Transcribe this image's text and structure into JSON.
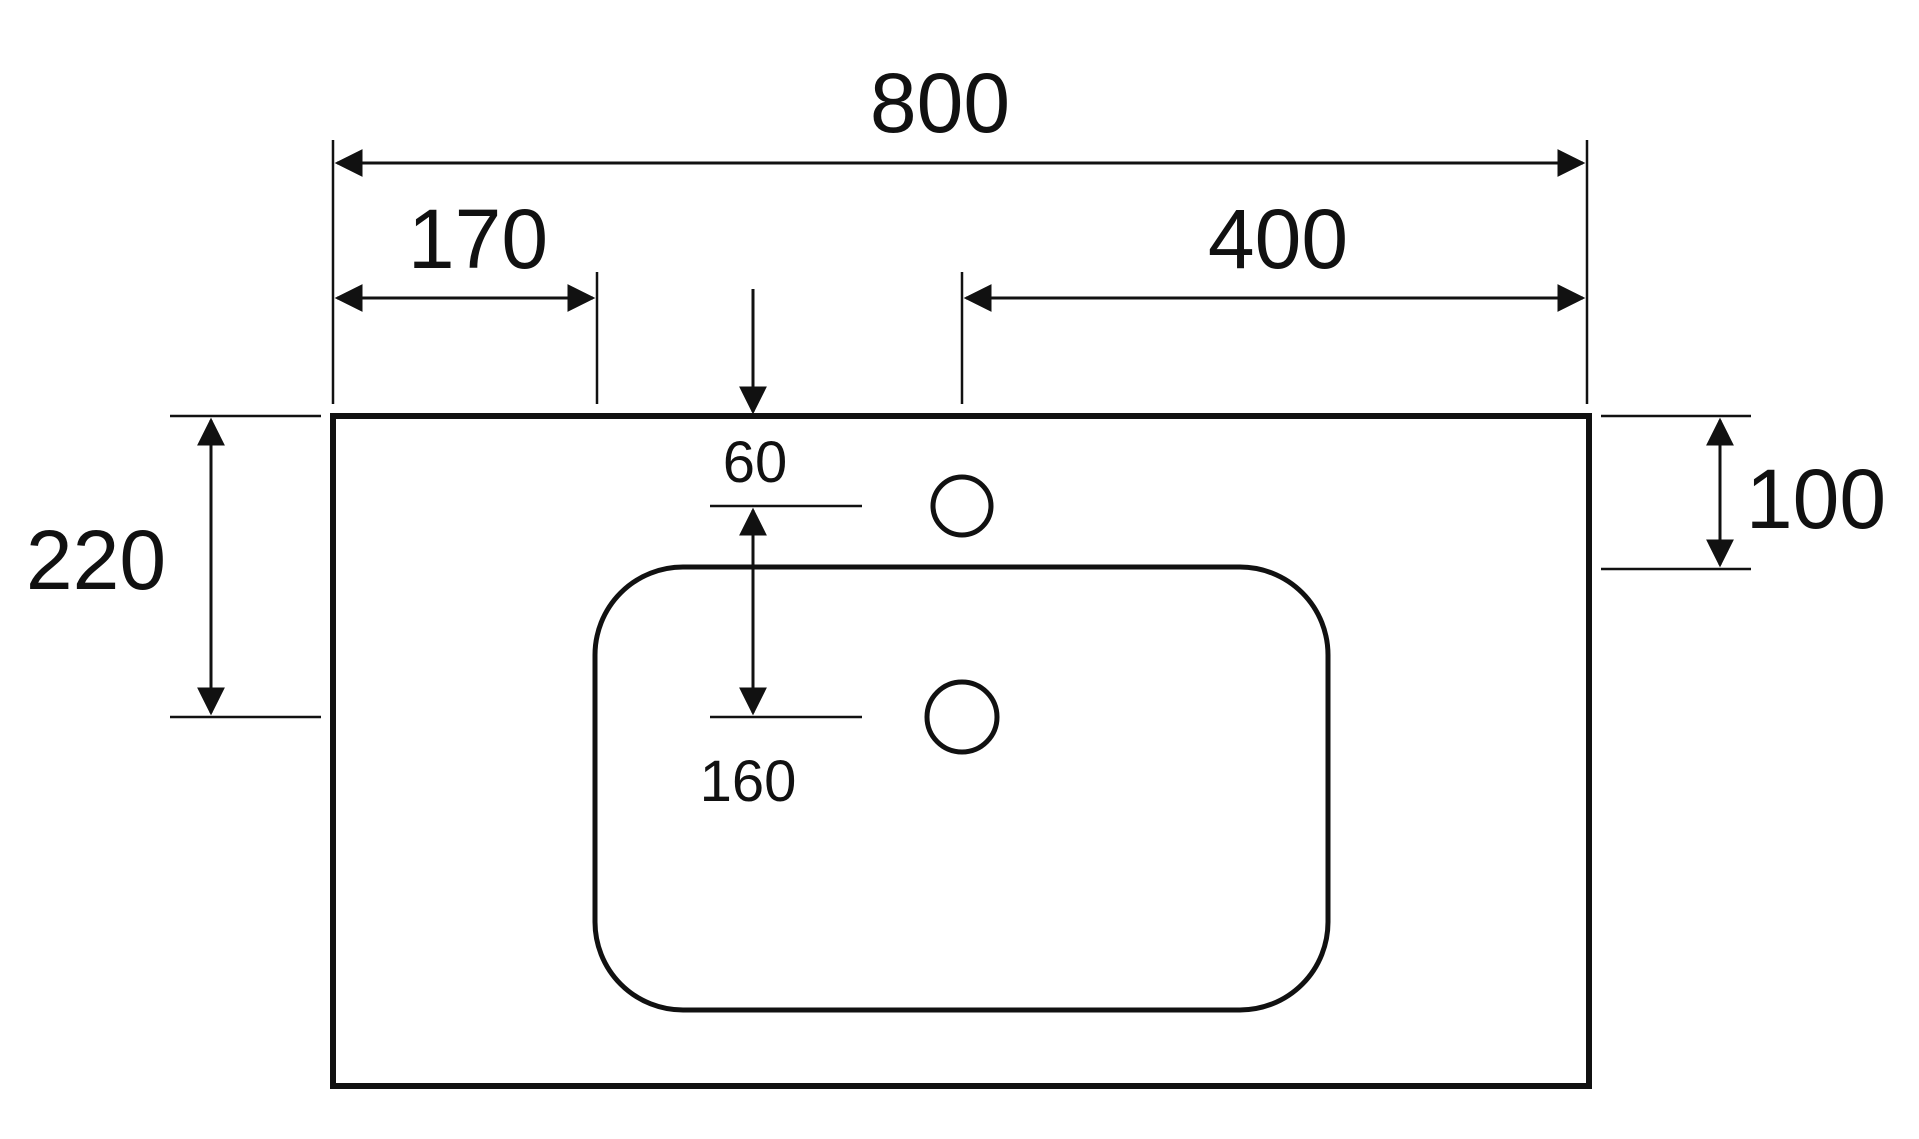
{
  "diagram": {
    "type": "technical drawing",
    "line_color": "#111111",
    "background": "#ffffff"
  },
  "dimensions": {
    "overall_width": "800",
    "left_offset": "170",
    "right_offset": "400",
    "left_depth": "220",
    "right_depth": "100",
    "upper_hole_offset": "60",
    "lower_hole_offset": "160"
  }
}
